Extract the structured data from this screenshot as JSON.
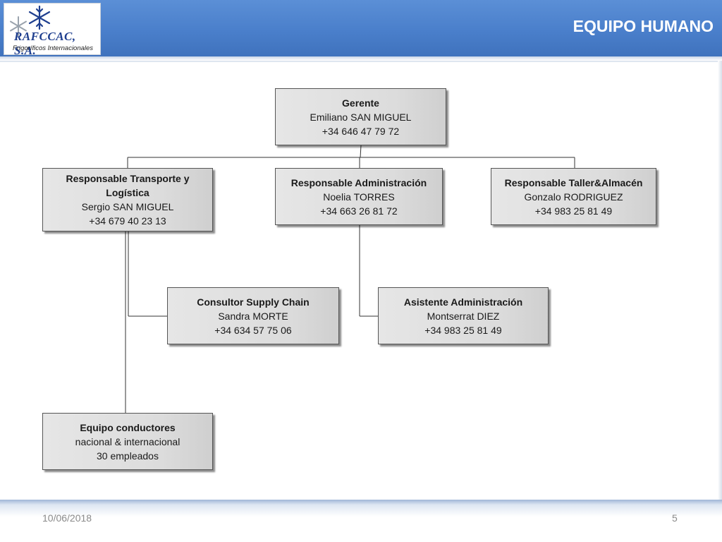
{
  "header": {
    "title": "EQUIPO HUMANO",
    "logo": {
      "name": "RAFCCAC, S.A.",
      "subtitle": "Frigoríficos Internacionales",
      "icon": "snowflake-icon"
    },
    "colors": {
      "band": "#4a7fcb",
      "title_text": "#ffffff"
    }
  },
  "org_chart": {
    "gerente": {
      "role": "Gerente",
      "name": "Emiliano SAN MIGUEL",
      "phone": "+34 646 47 79 72"
    },
    "transporte": {
      "role": "Responsable Transporte y Logística",
      "name": "Sergio SAN MIGUEL",
      "phone": "+34 679 40 23 13"
    },
    "administracion": {
      "role": "Responsable Administración",
      "name": "Noelia TORRES",
      "phone": "+34 663 26 81 72"
    },
    "taller": {
      "role": "Responsable Taller&Almacén",
      "name": "Gonzalo RODRIGUEZ",
      "phone": "+34 983 25 81 49"
    },
    "consultor": {
      "role": "Consultor Supply Chain",
      "name": "Sandra MORTE",
      "phone": "+34 634 57 75 06"
    },
    "asistente": {
      "role": "Asistente Administración",
      "name": "Montserrat DIEZ",
      "phone": "+34 983 25 81 49"
    },
    "conductores": {
      "role": "Equipo conductores",
      "line2": "nacional & internacional",
      "line3": "30 empleados"
    },
    "colors": {
      "box_fill": "#dcdcdc",
      "box_border": "#555555",
      "connector": "#333333"
    }
  },
  "footer": {
    "date": "10/06/2018",
    "page": "5"
  }
}
